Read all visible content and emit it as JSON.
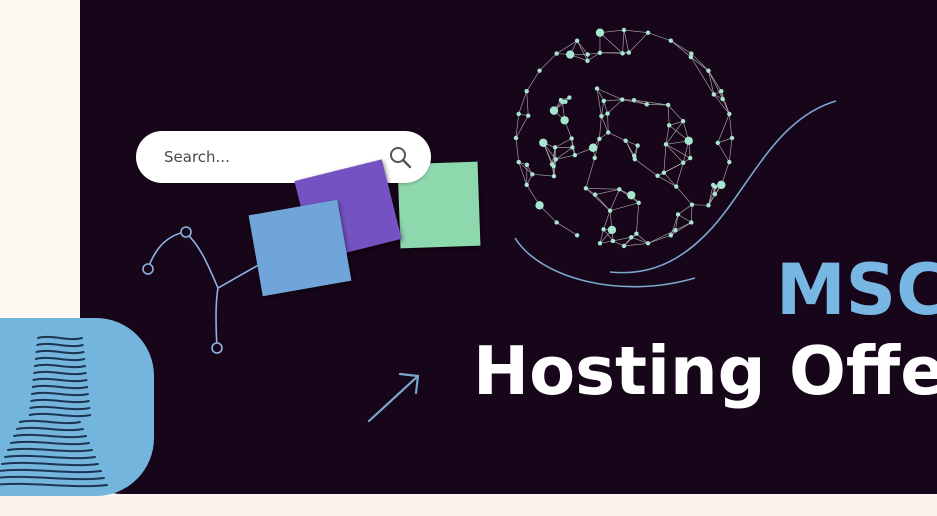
{
  "search": {
    "placeholder": "Search...",
    "icon": "search-icon"
  },
  "title": {
    "line1": "MSCA",
    "line2": "Hosting Offer"
  },
  "colors": {
    "background": "#170519",
    "page": "#fdf8f1",
    "accent_blue": "#78b6e3",
    "node_green": "#a8e6cf",
    "note_purple": "#7452c2",
    "note_green": "#8ed8ae",
    "note_blue": "#6fa5d8",
    "avatar_bg": "#74b5de"
  },
  "decorations": {
    "globe": "network-globe-icon",
    "arrow": "arrow-up-right-icon",
    "person": "fingerprint-person-icon"
  }
}
